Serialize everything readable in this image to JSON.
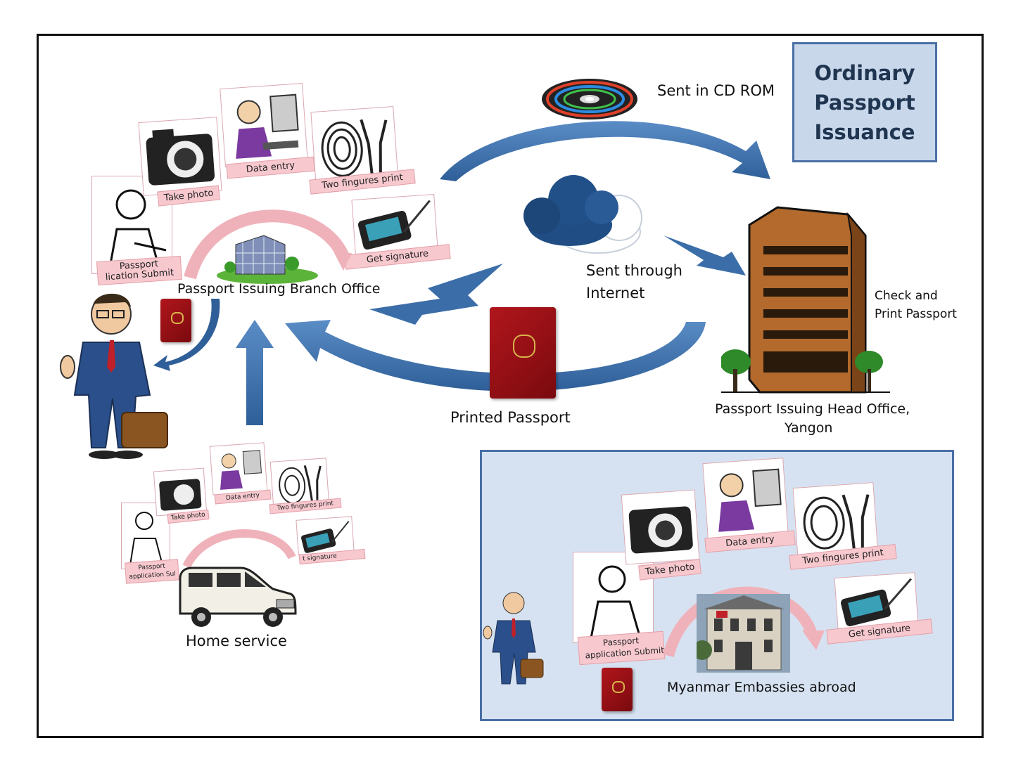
{
  "title": {
    "line1": "Ordinary",
    "line2": "Passport",
    "line3": "Issuance"
  },
  "labels": {
    "cd_rom": "Sent in CD ROM",
    "internet_line1": "Sent through",
    "internet_line2": "Internet",
    "branch_office": "Passport Issuing Branch Office",
    "head_office_line1": "Passport Issuing Head Office,",
    "head_office_line2": "Yangon",
    "check_line1": "Check and",
    "check_line2": "Print Passport",
    "printed_passport": "Printed Passport",
    "home_service": "Home service",
    "embassies": "Myanmar Embassies abroad"
  },
  "steps": {
    "submit": "Passport application Submit",
    "submit_top_cut": "Passport",
    "submit_bottom_cut": "lication Submit",
    "take_photo": "Take photo",
    "data_entry": "Data entry",
    "two_fingers": "Two fingures print",
    "get_signature": "Get signature",
    "home_submit_line1": "Passport",
    "home_submit_line2": "application Sul",
    "home_signature": "t signature",
    "emb_submit_line1": "Passport",
    "emb_submit_line2": "application Submit"
  },
  "colors": {
    "arrow_blue": "#3b6ea8",
    "card_pink": "#f7c9cf",
    "title_bg": "#c8d7ea",
    "embassy_bg": "#d6e2f1",
    "passport_red": "#9c1218"
  },
  "icons": [
    "cd-rom-icon",
    "cloud-icon",
    "lightning-icon",
    "tower-building-icon",
    "office-building-icon",
    "businessman-icon",
    "passport-icon",
    "camera-icon",
    "fingerprint-icon",
    "signature-pad-icon",
    "van-icon",
    "embassy-photo-icon"
  ]
}
